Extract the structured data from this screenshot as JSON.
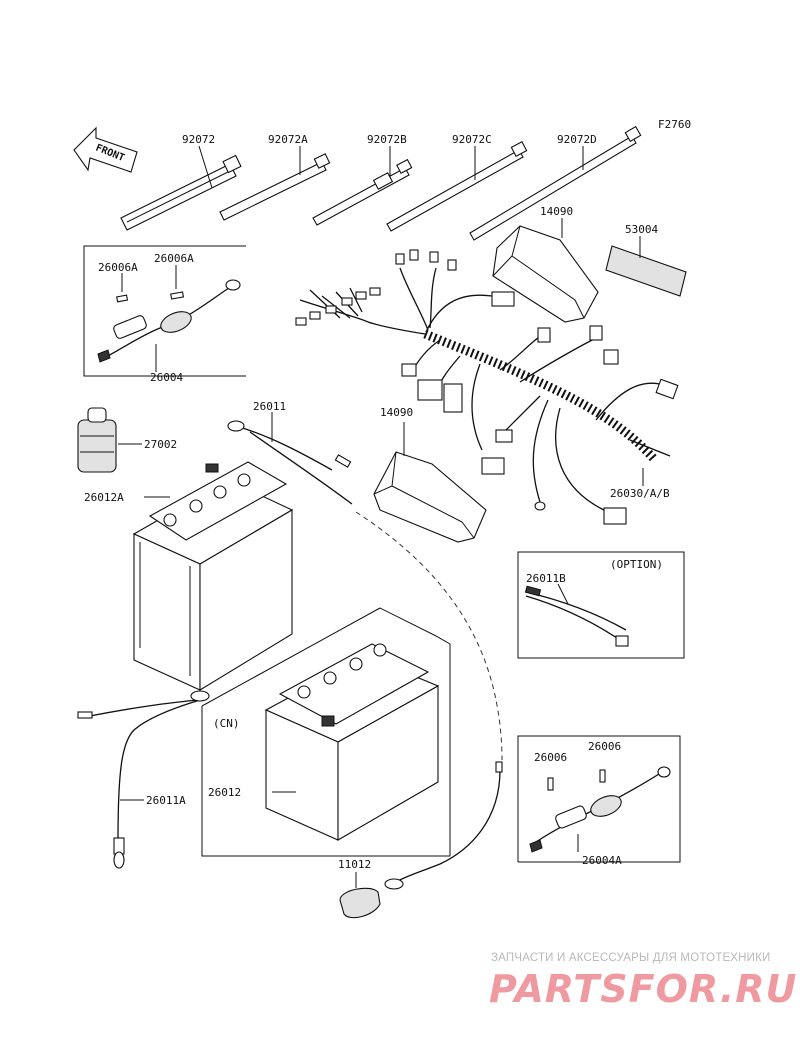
{
  "figure_code": "F2760",
  "front_arrow_label": "FRONT",
  "parts": {
    "p92072": "92072",
    "p92072A": "92072A",
    "p92072B": "92072B",
    "p92072C": "92072C",
    "p92072D": "92072D",
    "p14090_top": "14090",
    "p53004": "53004",
    "p26006A_left": "26006A",
    "p26006A_right": "26006A",
    "p26004": "26004",
    "p26011": "26011",
    "p27002": "27002",
    "p14090_mid": "14090",
    "p26012A": "26012A",
    "p26030": "26030/A/B",
    "p26011B": "26011B",
    "option_note": "(OPTION)",
    "cn_note": "(CN)",
    "p26006_left": "26006",
    "p26006_right": "26006",
    "p26011A": "26011A",
    "p26012": "26012",
    "p26004A": "26004A",
    "p11012": "11012"
  },
  "watermark": {
    "caption": "ЗАПЧАСТИ И АКСЕССУАРЫ ДЛЯ МОТОТЕХНИКИ",
    "logo": "PARTSFOR.RU"
  }
}
